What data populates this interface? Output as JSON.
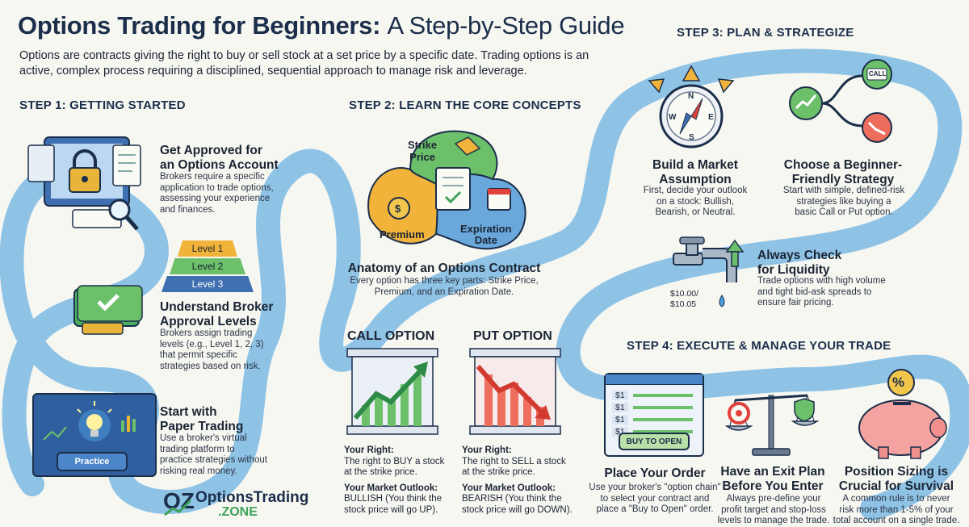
{
  "header": {
    "title_bold": "Options Trading for Beginners:",
    "title_rest": "A Step-by-Step Guide",
    "intro_line1": "Options are contracts giving the right to buy or sell stock at a set price by a specific date. Trading options is an",
    "intro_line2": "active, complex process requiring a disciplined, sequential approach to manage risk and leverage."
  },
  "step1": {
    "heading": "STEP 1: GETTING STARTED",
    "approved": {
      "title1": "Get Approved for",
      "title2": "an Options Account",
      "d1": "Brokers require a specific",
      "d2": "application to trade options,",
      "d3": "assessing your experience",
      "d4": "and finances."
    },
    "levels": [
      "Level 1",
      "Level 2",
      "Level 3"
    ],
    "broker": {
      "title1": "Understand Broker",
      "title2": "Approval Levels",
      "d1": "Brokers assign trading",
      "d2": "levels (e.g., Level 1, 2, 3)",
      "d3": "that permit specific",
      "d4": "strategies based on risk."
    },
    "paper": {
      "title1": "Start with",
      "title2": "Paper Trading",
      "d1": "Use a broker's virtual",
      "d2": "trading platform to",
      "d3": "practice strategies without",
      "d4": "risking real money.",
      "button": "Practice"
    }
  },
  "step2": {
    "heading": "STEP 2: LEARN THE CORE CONCEPTS",
    "strike1": "Strike",
    "strike2": "Price",
    "premium": "Premium",
    "expiry1": "Expiration",
    "expiry2": "Date",
    "anatomy_title": "Anatomy of an Options Contract",
    "anatomy_d1": "Every option has three key parts: Strike Price,",
    "anatomy_d2": "Premium, and an Expiration Date.",
    "call": {
      "heading": "CALL OPTION",
      "right_label": "Your Right:",
      "right1": "The right to BUY a stock",
      "right2": "at the strike price.",
      "outlook_label": "Your Market Outlook:",
      "outlook1": "BULLISH (You think the",
      "outlook2": "stock price will go UP)."
    },
    "put": {
      "heading": "PUT OPTION",
      "right_label": "Your Right:",
      "right1": "The right to SELL a stock",
      "right2": "at the strike price.",
      "outlook_label": "Your Market Outlook:",
      "outlook1": "BEARISH (You think the",
      "outlook2": "stock price will go DOWN)."
    }
  },
  "step3": {
    "heading": "STEP 3: PLAN & STRATEGIZE",
    "compass": [
      "N",
      "E",
      "S",
      "W"
    ],
    "assumption": {
      "title1": "Build a Market",
      "title2": "Assumption",
      "d1": "First, decide your outlook",
      "d2": "on a stock: Bullish,",
      "d3": "Bearish, or Neutral."
    },
    "call_icon": "CALL",
    "strategy": {
      "title1": "Choose a Beginner-",
      "title2": "Friendly Strategy",
      "d1": "Start with simple, defined-risk",
      "d2": "strategies like buying a",
      "d3": "basic Call or Put option."
    },
    "liquidity": {
      "title1": "Always Check",
      "title2": "for Liquidity",
      "d1": "Trade options with high volume",
      "d2": "and tight bid-ask spreads to",
      "d3": "ensure fair pricing.",
      "price1": "$10.00/",
      "price2": "$10.05"
    }
  },
  "step4": {
    "heading": "STEP 4: EXECUTE & MANAGE YOUR TRADE",
    "chain_rows": [
      "$1",
      "$1",
      "$1",
      "$1"
    ],
    "buy_button": "BUY TO OPEN",
    "order": {
      "title": "Place Your Order",
      "d1": "Use your broker's \"option chain\"",
      "d2": "to select your contract and",
      "d3": "place a \"Buy to Open\" order."
    },
    "exit": {
      "title1": "Have an Exit Plan",
      "title2": "Before You Enter",
      "d1": "Always pre-define your",
      "d2": "profit target and stop-loss",
      "d3": "levels to manage the trade."
    },
    "sizing": {
      "title1": "Position Sizing is",
      "title2": "Crucial for Survival",
      "d1": "A common rule is to never",
      "d2": "risk more than 1-5% of your",
      "d3": "total account on a single trade.",
      "percent": "%"
    }
  },
  "logo": {
    "line1": "OptionsTrading",
    "line2": ".ZONE"
  },
  "colors": {
    "river": "#8fc3e6",
    "river_edge": "#5fa3d4",
    "title": "#1b2e4a",
    "green": "#3da35a",
    "red": "#e0413a"
  }
}
